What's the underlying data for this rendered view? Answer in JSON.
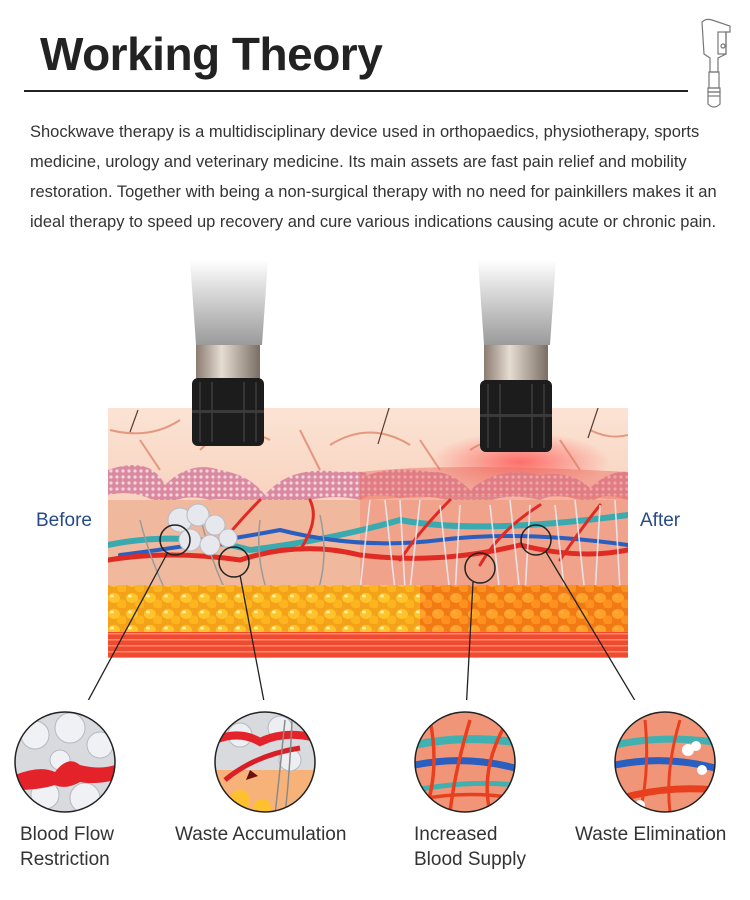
{
  "header": {
    "title": "Working Theory",
    "icon": "shockwave-handpiece-icon"
  },
  "intro": {
    "paragraph": "Shockwave therapy is a multidisciplinary device used in orthopaedics, physiotherapy, sports medicine, urology and veterinary medicine. Its main assets are fast pain relief and mobility restoration. Together with being a non-surgical therapy with no need for painkillers makes it an ideal therapy to speed up recovery and cure various indications causing acute or chronic pain."
  },
  "diagram": {
    "left_label": "Before",
    "right_label": "After",
    "label_color": "#274a8a",
    "layers": [
      "epidermis",
      "dermis",
      "blood-vessels",
      "fat-cells",
      "muscle"
    ]
  },
  "callouts": [
    {
      "line1": "Blood Flow",
      "line2": "Restriction",
      "icon": "blood-flow-restriction-closeup"
    },
    {
      "line1": "Waste Accumulation",
      "line2": "",
      "icon": "waste-accumulation-closeup"
    },
    {
      "line1": "Increased",
      "line2": "Blood Supply",
      "icon": "increased-blood-supply-closeup"
    },
    {
      "line1": "Waste Elimination",
      "line2": "",
      "icon": "waste-elimination-closeup"
    }
  ]
}
